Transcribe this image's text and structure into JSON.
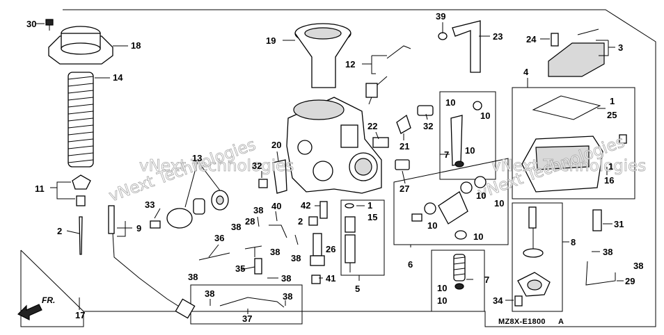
{
  "diagram": {
    "code": "MZ8X-E1800",
    "revision": "A",
    "direction": "FR.",
    "watermark": [
      "vNext Technologies",
      "vNext Technologies",
      "vNext Technologies",
      "vNext Technologies"
    ],
    "callouts": [
      "30",
      "18",
      "14",
      "11",
      "2",
      "9",
      "17",
      "19",
      "12",
      "39",
      "23",
      "24",
      "3",
      "4",
      "1",
      "25",
      "13",
      "33",
      "20",
      "32",
      "22",
      "21",
      "32",
      "10",
      "10",
      "10",
      "7",
      "27",
      "16",
      "1",
      "10",
      "10",
      "10",
      "10",
      "6",
      "38",
      "28",
      "40",
      "36",
      "38",
      "38",
      "35",
      "38",
      "42",
      "2",
      "38",
      "26",
      "41",
      "1",
      "15",
      "5",
      "31",
      "8",
      "38",
      "38",
      "29",
      "7",
      "10",
      "10",
      "34",
      "38",
      "37",
      "38",
      "38"
    ]
  }
}
